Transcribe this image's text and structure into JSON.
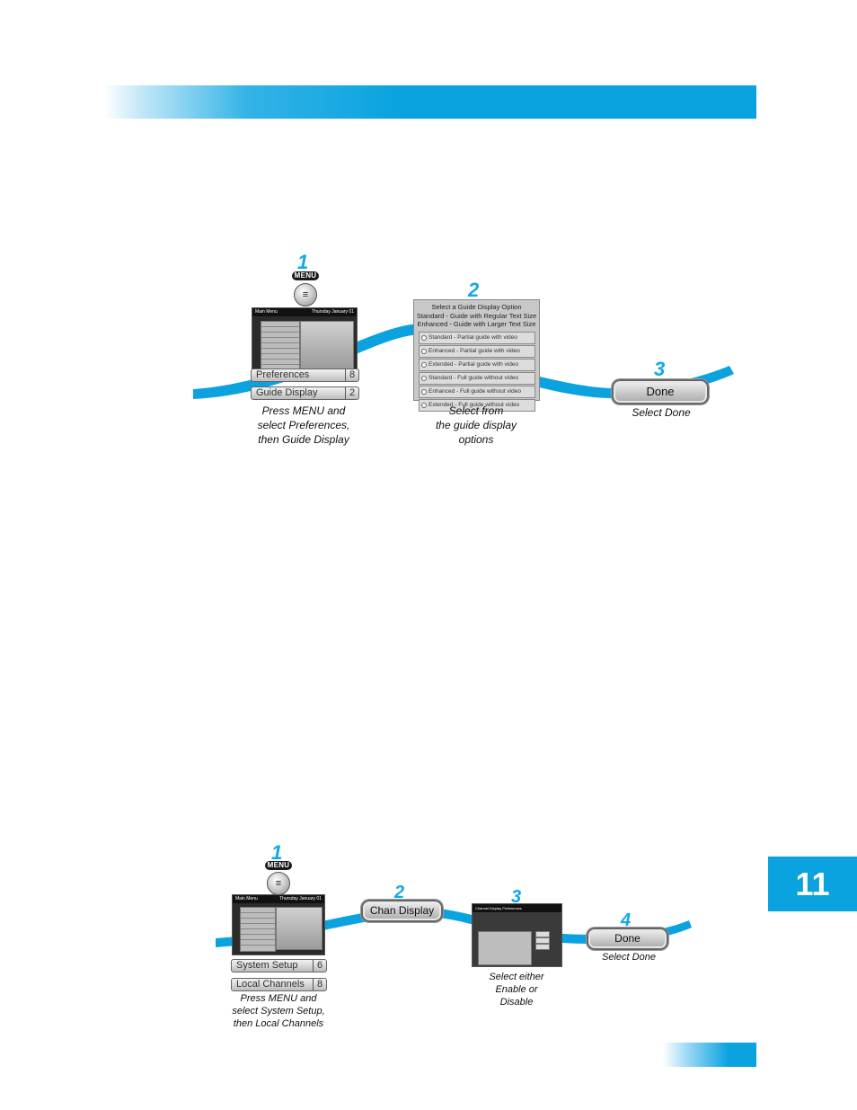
{
  "page": {
    "chapter_number": "11",
    "accent_color": "#0aa3e0",
    "ribbon_color": "#0aa3e0"
  },
  "section1": {
    "step1": {
      "number": "1",
      "menu_label": "MENU",
      "menu_icon": "menu-lines-icon",
      "screen_title": "Main Menu",
      "screen_date": "Thursday January 01",
      "menu_items": [
        {
          "label": "Preferences",
          "number": "8"
        },
        {
          "label": "Guide Display",
          "number": "2"
        }
      ],
      "caption": [
        "Press MENU and",
        "select Preferences,",
        "then Guide Display"
      ]
    },
    "step2": {
      "number": "2",
      "header_lines": [
        "Select a Guide Display Option",
        "Standard - Guide with Regular Text Size",
        "Enhanced - Guide with Larger Text Size"
      ],
      "options": [
        "Standard - Partial guide with video",
        "Enhanced - Partial guide with video",
        "Extended - Partial guide with video",
        "Standard - Full guide without video",
        "Enhanced - Full guide without video",
        "Extended - Full guide without video"
      ],
      "caption": [
        "Select from",
        "the guide display",
        "options"
      ]
    },
    "step3": {
      "number": "3",
      "button_label": "Done",
      "caption": [
        "Select Done"
      ]
    }
  },
  "section2": {
    "step1": {
      "number": "1",
      "menu_label": "MENU",
      "menu_icon": "menu-lines-icon",
      "screen_title": "Main Menu",
      "screen_date": "Thursday January 01",
      "menu_items": [
        {
          "label": "System Setup",
          "number": "6"
        },
        {
          "label": "Local Channels",
          "number": "8"
        }
      ],
      "caption": [
        "Press MENU and",
        "select System Setup,",
        "then Local Channels"
      ]
    },
    "step2": {
      "number": "2",
      "button_label": "Chan Display"
    },
    "step3": {
      "number": "3",
      "screen_title": "Channel Display Preferences",
      "caption": [
        "Select either",
        "Enable or",
        "Disable"
      ]
    },
    "step4": {
      "number": "4",
      "button_label": "Done",
      "caption": [
        "Select Done"
      ]
    }
  }
}
